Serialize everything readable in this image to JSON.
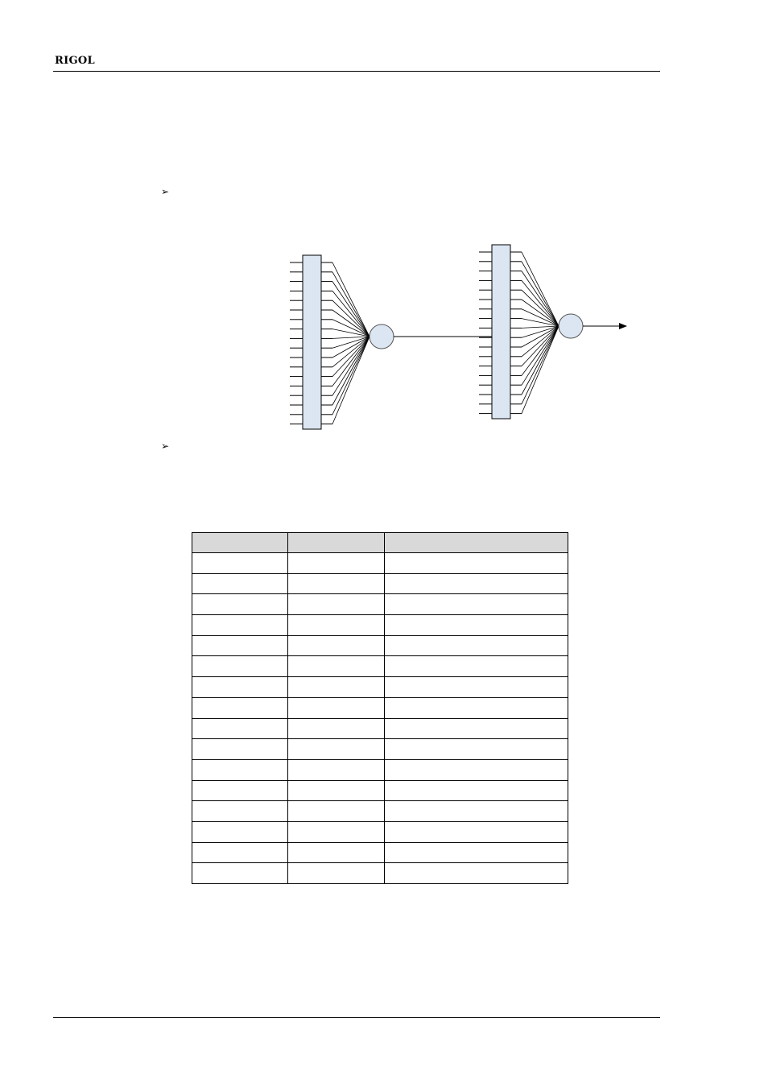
{
  "header": {
    "logo_text": "RIGOL"
  },
  "bullets": [
    {
      "glyph": "➢"
    },
    {
      "glyph": "➢"
    }
  ],
  "diagram": {
    "left_block_inputs": 18,
    "right_block_inputs": 18,
    "colors": {
      "block_fill": "#dce6f2",
      "node_fill": "#dce6f2",
      "line": "#000000"
    }
  },
  "table": {
    "header_fill": "#d9d9d9",
    "headers": [
      "",
      "",
      ""
    ],
    "rows": [
      [
        "",
        "",
        ""
      ],
      [
        "",
        "",
        ""
      ],
      [
        "",
        "",
        ""
      ],
      [
        "",
        "",
        ""
      ],
      [
        "",
        "",
        ""
      ],
      [
        "",
        "",
        ""
      ],
      [
        "",
        "",
        ""
      ],
      [
        "",
        "",
        ""
      ],
      [
        "",
        "",
        ""
      ],
      [
        "",
        "",
        ""
      ],
      [
        "",
        "",
        ""
      ],
      [
        "",
        "",
        ""
      ],
      [
        "",
        "",
        ""
      ],
      [
        "",
        "",
        ""
      ],
      [
        "",
        "",
        ""
      ],
      [
        "",
        "",
        ""
      ]
    ]
  }
}
